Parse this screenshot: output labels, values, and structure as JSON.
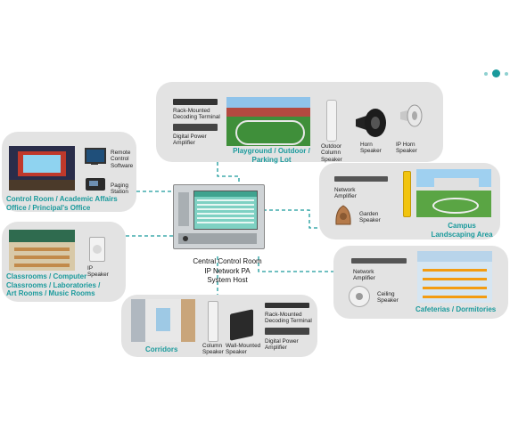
{
  "center": {
    "lines": [
      "Central Control Room",
      "IP Network PA",
      "System Host"
    ]
  },
  "playground": {
    "title_lines": [
      "Playground / Outdoor /",
      "Parking Lot"
    ],
    "device1_lines": [
      "Rack-Mounted",
      "Decoding Terminal"
    ],
    "device2_lines": [
      "Digital Power",
      "Amplifier"
    ],
    "speaker1_lines": [
      "Outdoor",
      "Column",
      "Speaker"
    ],
    "speaker2_lines": [
      "Horn",
      "Speaker"
    ],
    "speaker3_lines": [
      "IP Horn",
      "Speaker"
    ]
  },
  "control_room": {
    "title_lines": [
      "Control Room / Academic Affairs",
      "Office / Principal's Office"
    ],
    "software_lines": [
      "Remote",
      "Control",
      "Software"
    ],
    "station_lines": [
      "Paging",
      "Station"
    ]
  },
  "classrooms": {
    "title_lines": [
      "Classrooms /  Computer",
      "Classrooms / Laboratories /",
      "Art Rooms / Music Rooms"
    ],
    "speaker_lines": [
      "IP",
      "Speaker"
    ]
  },
  "corridors": {
    "title": "Corridors",
    "speaker1_lines": [
      "Column",
      "Speaker"
    ],
    "speaker2_lines": [
      "Wall-Mounted",
      "Speaker"
    ],
    "device1_lines": [
      "Rack-Mounted",
      "Decoding Terminal"
    ],
    "device2_lines": [
      "Digital Power",
      "Amplifier"
    ]
  },
  "landscaping": {
    "title_lines": [
      "Campus",
      "Landscaping Area"
    ],
    "amp_lines": [
      "Network",
      "Amplifier"
    ],
    "speaker_lines": [
      "Garden",
      "Speaker"
    ]
  },
  "cafeterias": {
    "title": "Cafeterias / Dormitories",
    "amp_lines": [
      "Network",
      "Amplifier"
    ],
    "speaker_lines": [
      "Ceiling",
      "Speaker"
    ]
  },
  "colors": {
    "accent": "#1a9a9c",
    "panel": "#e3e3e3",
    "connector": "#1a9a9c"
  }
}
